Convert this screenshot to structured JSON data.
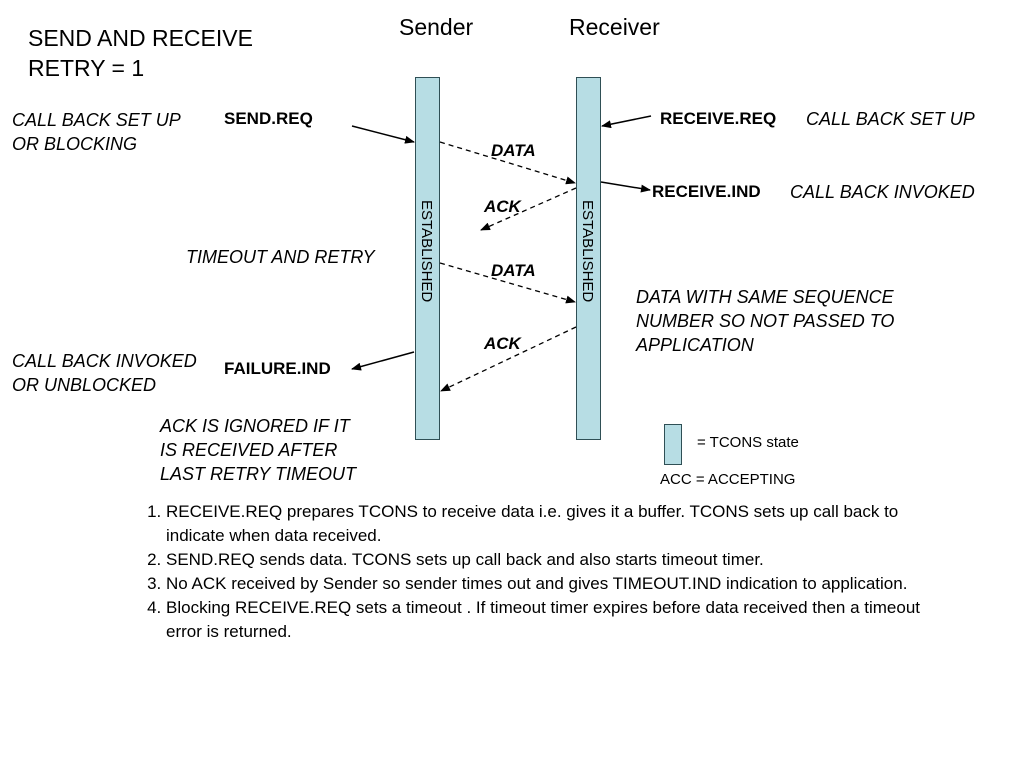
{
  "title": {
    "line1": "SEND AND RECEIVE",
    "line2": "RETRY = 1"
  },
  "headers": {
    "sender": "Sender",
    "receiver": "Receiver"
  },
  "lifelines": {
    "sender_state": "ESTABLISHED",
    "receiver_state": "ESTABLISHED"
  },
  "left_notes": {
    "callback_setup_1": "CALL BACK SET UP",
    "callback_setup_2": "OR BLOCKING",
    "timeout_retry": "TIMEOUT AND RETRY",
    "callback_invoked_1": "CALL BACK INVOKED",
    "callback_invoked_2": "OR UNBLOCKED",
    "ack_ignored_1": "ACK IS IGNORED IF IT",
    "ack_ignored_2": "IS RECEIVED AFTER",
    "ack_ignored_3": "LAST RETRY TIMEOUT"
  },
  "primitives": {
    "send_req": "SEND.REQ",
    "failure_ind": "FAILURE.IND",
    "receive_req": "RECEIVE.REQ",
    "receive_ind": "RECEIVE.IND"
  },
  "right_notes": {
    "receive_req_note": "CALL BACK SET UP",
    "receive_ind_note": "CALL BACK INVOKED",
    "dup_1": "DATA WITH SAME SEQUENCE",
    "dup_2": "NUMBER SO NOT PASSED TO",
    "dup_3": "APPLICATION"
  },
  "messages": {
    "data_1": "DATA",
    "ack_1": "ACK",
    "data_2": "DATA",
    "ack_2": "ACK"
  },
  "legend": {
    "state": "= TCONS state",
    "acc": "ACC = ACCEPTING",
    "fill_color": "#b7dde4"
  },
  "notes": [
    "RECEIVE.REQ prepares TCONS to receive data i.e. gives it a buffer. TCONS sets up call back to indicate when data received.",
    "SEND.REQ sends data. TCONS sets up call back and also starts timeout timer.",
    "No ACK received by Sender so sender times out and gives TIMEOUT.IND indication to application.",
    "Blocking RECEIVE.REQ sets a timeout . If timeout timer expires before data received then a timeout error is returned."
  ]
}
